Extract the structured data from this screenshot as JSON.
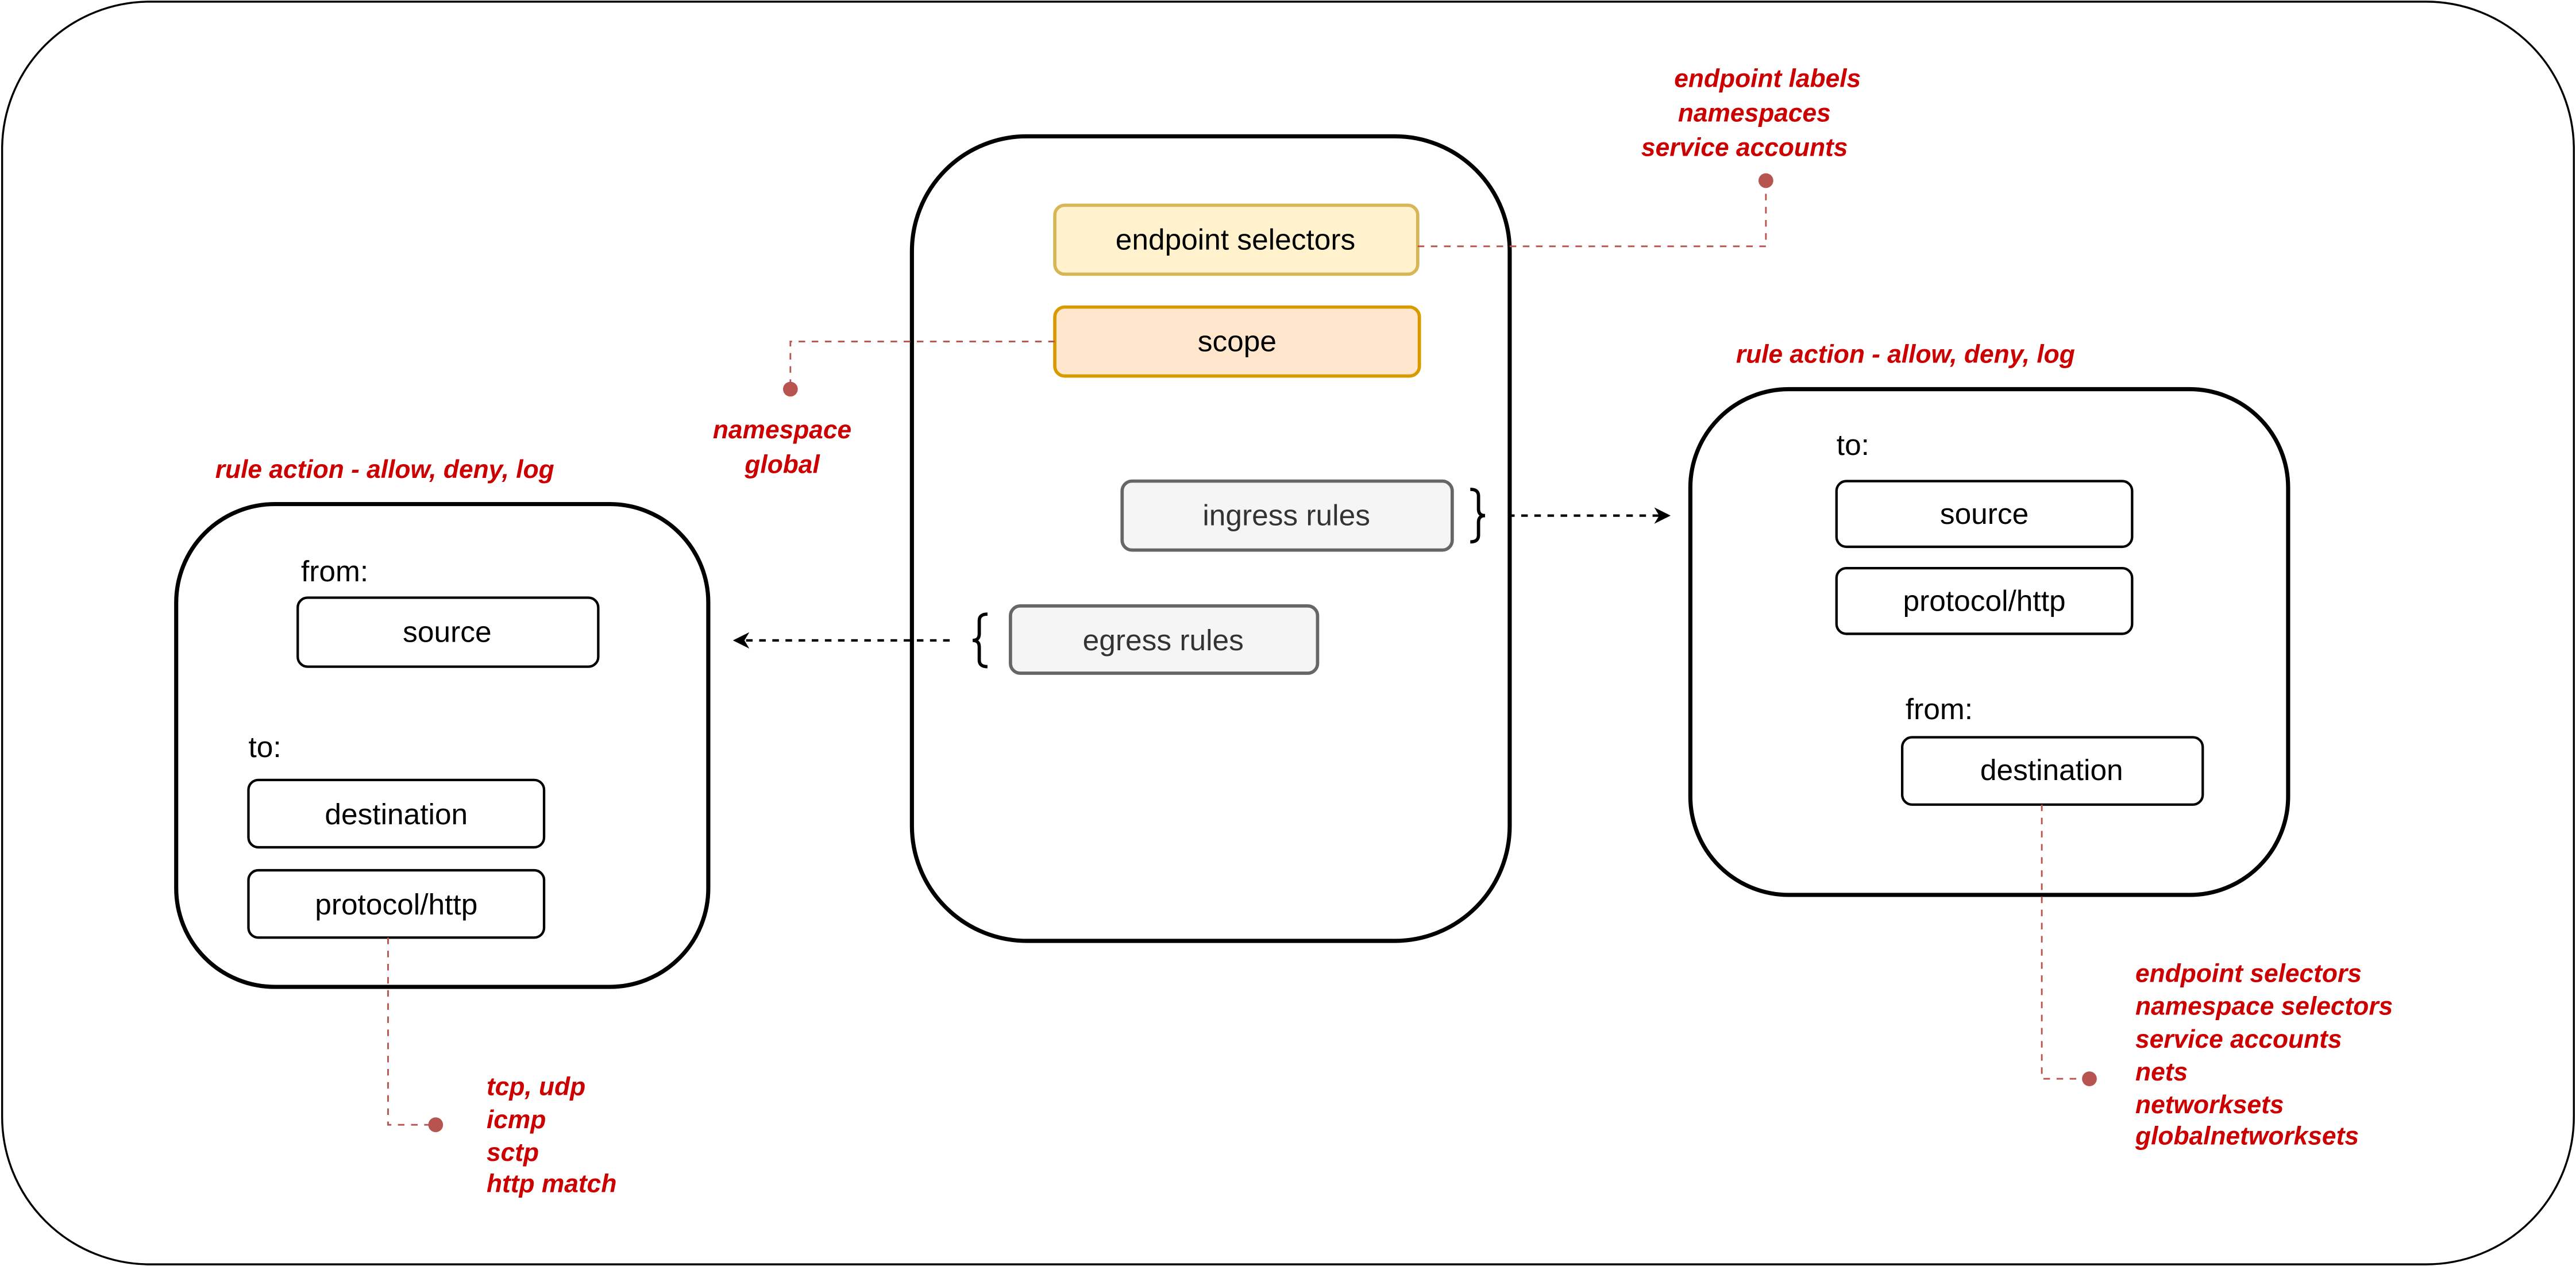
{
  "center": {
    "endpoint_selectors": "endpoint selectors",
    "scope": "scope",
    "ingress_rules": "ingress rules",
    "egress_rules": "egress rules"
  },
  "annotations": {
    "endpoint_selectors_notes": [
      "endpoint labels",
      "namespaces",
      "service accounts"
    ],
    "scope_notes": [
      "namespace",
      "global"
    ],
    "rule_action_right": "rule action - allow, deny, log",
    "rule_action_left": "rule action - allow, deny, log",
    "protocol_notes": [
      "tcp, udp",
      "icmp",
      "sctp",
      "http match"
    ],
    "destination_notes": [
      "endpoint selectors",
      "namespace selectors",
      "service accounts",
      "nets",
      "networksets",
      "globalnetworksets"
    ]
  },
  "ingress_box": {
    "to_label": "to:",
    "source": "source",
    "protocol": "protocol/http",
    "from_label": "from:",
    "destination": "destination"
  },
  "egress_box": {
    "from_label": "from:",
    "source": "source",
    "to_label": "to:",
    "destination": "destination",
    "protocol": "protocol/http"
  },
  "colors": {
    "endpoint_fill": "#fff2cc",
    "endpoint_stroke": "#d6b656",
    "scope_fill": "#ffe6cc",
    "scope_stroke": "#d79b00",
    "rules_fill": "#f5f5f5",
    "rules_stroke": "#666666",
    "note_red": "#cc0000",
    "connector_red": "#b85450"
  }
}
